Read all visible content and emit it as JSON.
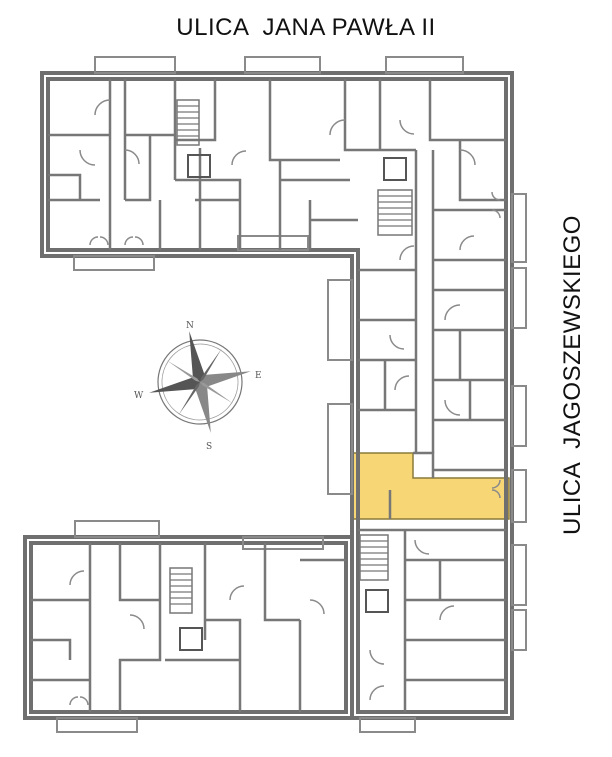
{
  "streets": {
    "top": "ULICA  JANA PAWŁA II",
    "right": "ULICA  JAGOSZEWSKIEGO"
  },
  "compass": {
    "north": "N",
    "east": "E",
    "south": "S",
    "west": "W"
  },
  "colors": {
    "wall": "#6f6f6f",
    "highlight_unit": "#f7d675"
  },
  "highlighted_unit": {
    "color": "#f7d675"
  }
}
